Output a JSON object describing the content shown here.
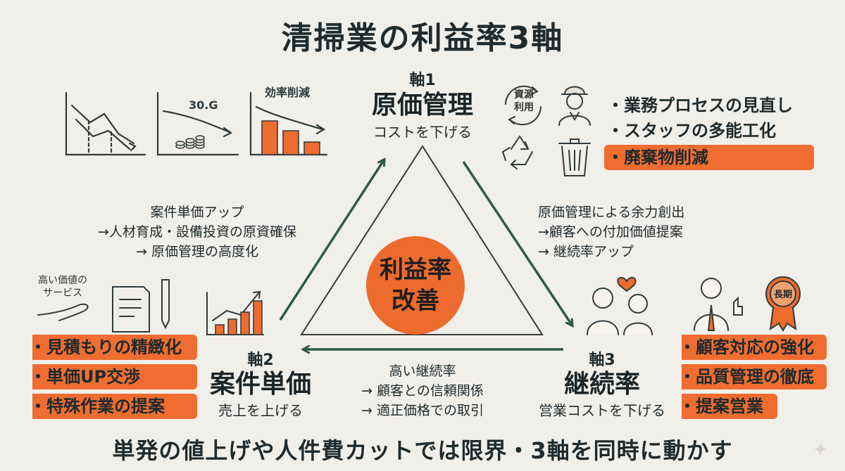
{
  "title": "清掃業の利益率3軸",
  "footer": "単発の値上げや人件費カットでは限界・3軸を同時に動かす",
  "center": {
    "line1": "利益率",
    "line2": "改善"
  },
  "axis1": {
    "num": "軸1",
    "name": "原価管理",
    "sub": "コストを下げる",
    "bullets": [
      "・業務プロセスの見直し",
      "・スタッフの多能工化",
      "・廃棄物削減"
    ],
    "highlighted": [
      2
    ],
    "icon_label": [
      "資源",
      "利用"
    ],
    "chart_labels": [
      "30.G",
      "効率削減"
    ]
  },
  "axis2": {
    "num": "軸2",
    "name": "案件単価",
    "sub": "売上を上げる",
    "bullets": [
      "・見積もりの精緻化",
      "・単価UP交渉",
      "・特殊作業の提案"
    ],
    "highlighted": [
      0,
      1,
      2
    ],
    "icon_label": [
      "高い価値の",
      "サービス"
    ]
  },
  "axis3": {
    "num": "軸3",
    "name": "継続率",
    "sub": "営業コストを下げる",
    "bullets": [
      "・顧客対応の強化",
      "・品質管理の徹底",
      "・提案営業"
    ],
    "highlighted": [
      0,
      1,
      2
    ],
    "badge": "長期"
  },
  "flows": {
    "left": [
      "案件単価アップ",
      "→人材育成・設備投資の原資確保",
      "→ 原価管理の高度化"
    ],
    "right": [
      "原価管理による余力創出",
      "→顧客への付加価値提案",
      "→ 継続率アップ"
    ],
    "bottom": [
      "高い継続率",
      "→ 顧客との信頼関係",
      "→ 適正価格での取引"
    ]
  },
  "colors": {
    "accent": "#ec6b2d",
    "line": "#2f5a45",
    "background": "#f1efea",
    "text": "#1e2a2d"
  }
}
